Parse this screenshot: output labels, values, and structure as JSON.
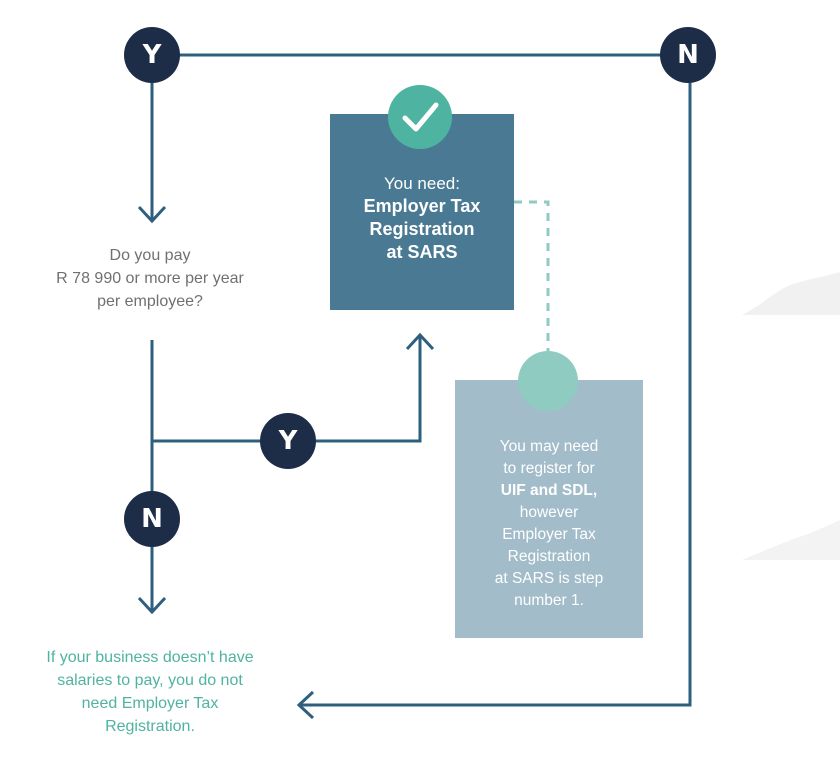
{
  "nodes": {
    "top_yes": "Y",
    "top_no": "N",
    "mid_yes": "Y",
    "mid_no": "N"
  },
  "required_box": {
    "line1": "You need:",
    "line2": "Employer Tax",
    "line3": "Registration",
    "line4": "at SARS"
  },
  "question": {
    "line1": "Do you pay",
    "line2": "R 78 990 or more per year",
    "line3": "per employee?"
  },
  "optional_box": {
    "line1": "You may need",
    "line2": "to register for",
    "line3": "UIF and SDL,",
    "line4": "however",
    "line5": "Employer Tax",
    "line6": "Registration",
    "line7": "at SARS is step",
    "line8": "number 1."
  },
  "outcome": {
    "line1": "If your business doesn’t have",
    "line2": "salaries to pay, you do not",
    "line3": "need Employer Tax",
    "line4": "Registration."
  },
  "icons": {
    "required_badge": "check-icon"
  },
  "colors": {
    "line": "#2e5f7e",
    "node": "#1d2c47",
    "required_box": "#4a7a93",
    "optional_box": "#a2bcca",
    "accent": "#4fb3a1",
    "accent_light": "#8fcbc0",
    "question_text": "#707070"
  }
}
